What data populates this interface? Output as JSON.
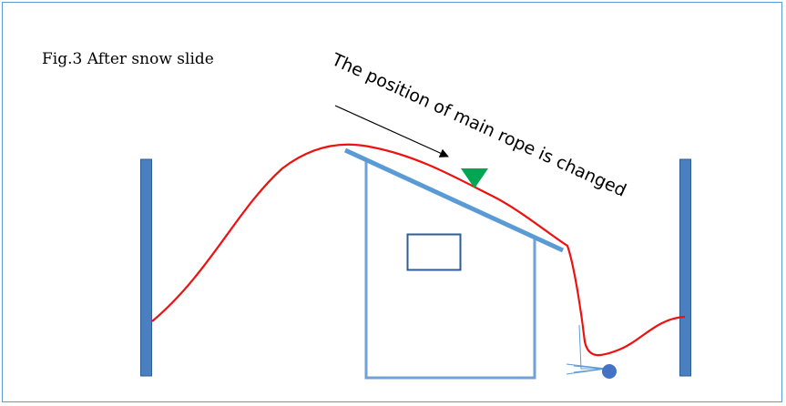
{
  "figure": {
    "title": "Fig.3 After snow slide",
    "annotation": "The position of main rope is changed"
  },
  "colors": {
    "frame": "#5b9bd5",
    "pole": "#4a7fc0",
    "pole_edge": "#2f5d95",
    "house": "#6fa2d9",
    "roof": "#5b9bd5",
    "window": "#2f5d95",
    "rope": "#ee1111",
    "marker": "#00a651",
    "anchor": "#4472c4",
    "arrow": "#000000"
  },
  "icons": {
    "marker": "green-triangle-down",
    "anchor": "blue-dot"
  }
}
